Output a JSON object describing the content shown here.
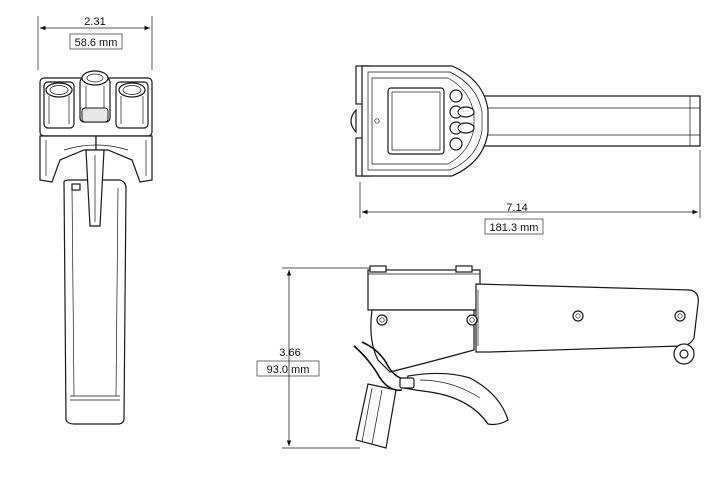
{
  "dimensions": {
    "width": {
      "inches": "2.31",
      "mm": "58.6 mm"
    },
    "length": {
      "inches": "7.14",
      "mm": "181.3 mm"
    },
    "height": {
      "inches": "3.66",
      "mm": "93.0 mm"
    }
  }
}
